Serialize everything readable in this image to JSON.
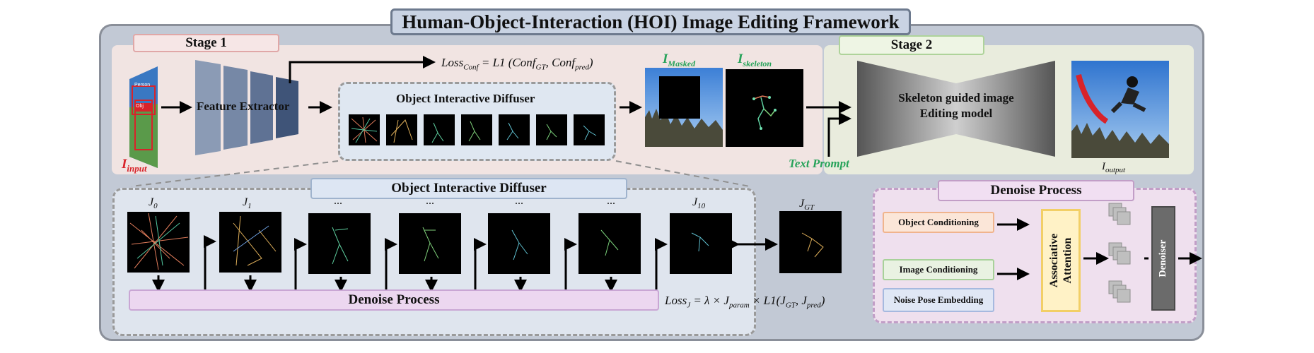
{
  "title": "Human-Object-Interaction (HOI) Image Editing Framework",
  "stage1": {
    "label": "Stage 1"
  },
  "stage2": {
    "label": "Stage 2"
  },
  "feature_extractor": "Feature Extractor",
  "input_thumb": {
    "person": "Person",
    "obj": "Obj"
  },
  "i_input": "I_input",
  "loss_conf": "Loss_Conf = L1 (Conf_GT, Conf_pred)",
  "diffuser_small_title": "Object Interactive Diffuser",
  "i_masked": "I_Masked",
  "i_skeleton": "I_skeleton",
  "editing_model": "Skeleton guided image Editing model",
  "text_prompt": "Text Prompt",
  "i_output": "I_output",
  "diffuser_large_title": "Object Interactive Diffuser",
  "steps": [
    "J_0",
    "J_1",
    "...",
    "...",
    "...",
    "...",
    "J_10"
  ],
  "j_gt": "J_GT",
  "denoise_bar": "Denoise Process",
  "loss_j": "Loss_J = λ × J_param × L1(J_GT, J_pred)",
  "denoise_panel": {
    "title": "Denoise Process",
    "object_cond": "Object Conditioning",
    "image_cond": "Image Conditioning",
    "noise_pose": "Noise Pose Embedding",
    "attention": "Associative Attention",
    "denoiser": "Denoiser"
  },
  "colors": {
    "stage1_bg": "#f1e4e2",
    "stage2_bg": "#e9ecdd",
    "label_green": "#27a35a",
    "label_red": "#d8232a",
    "denoise_purple": "#c29ec7"
  }
}
